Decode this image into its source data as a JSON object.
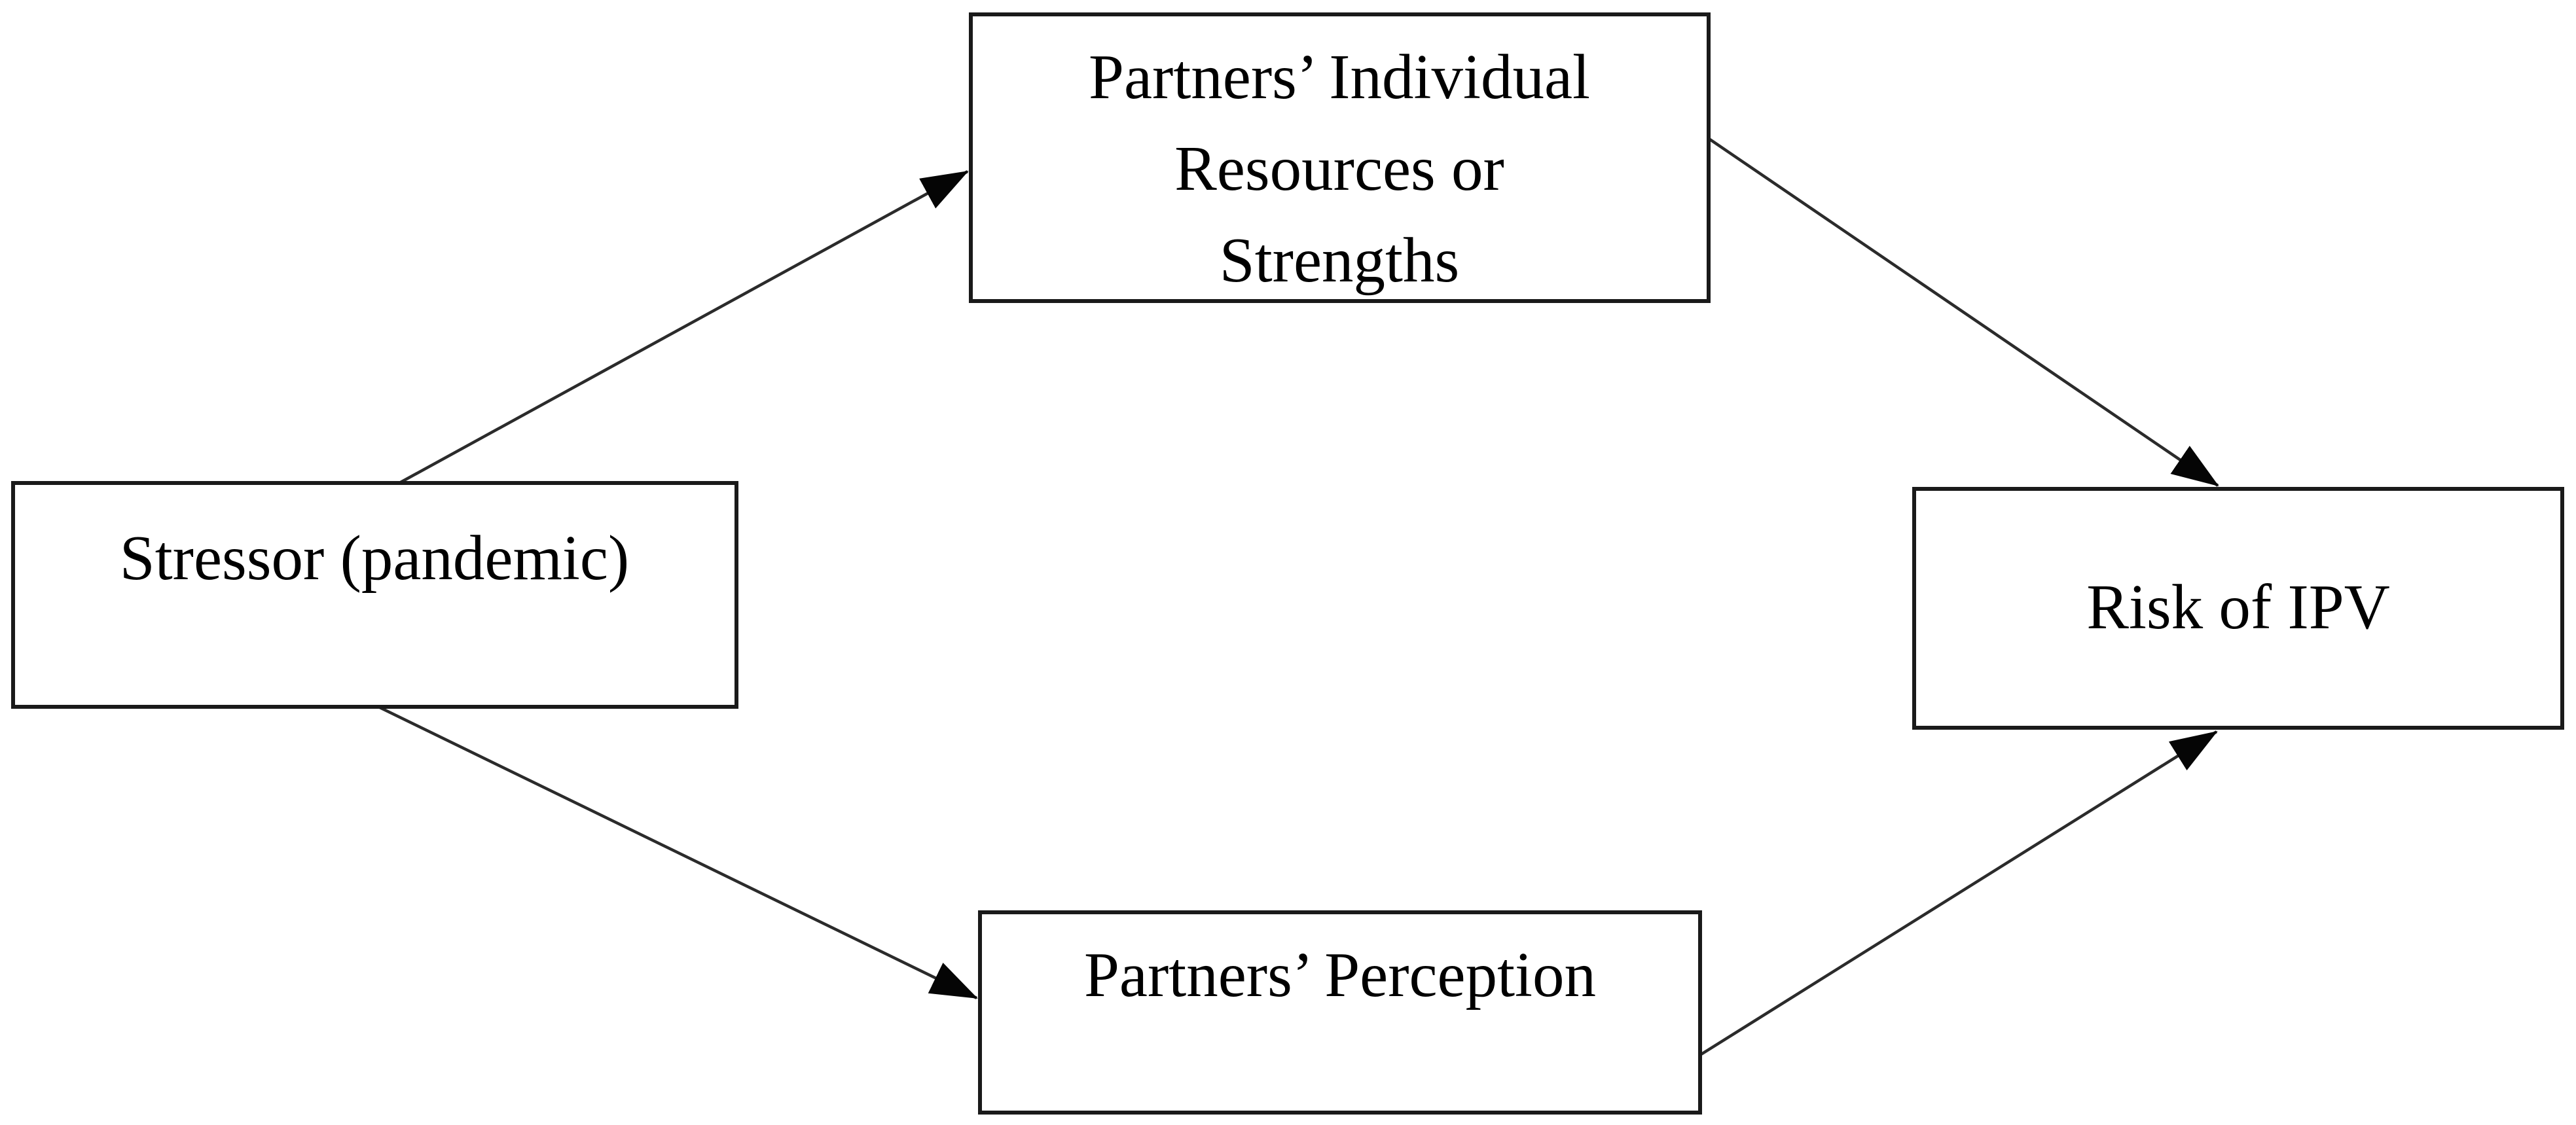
{
  "diagram": {
    "nodes": {
      "stressor": {
        "label": "Stressor (pandemic)"
      },
      "resources": {
        "lines": [
          "Partners’ Individual",
          "Resources or",
          "Strengths"
        ]
      },
      "perception": {
        "label": "Partners’ Perception"
      },
      "risk": {
        "label": "Risk of IPV"
      }
    },
    "edges": [
      {
        "from": "stressor",
        "to": "resources"
      },
      {
        "from": "stressor",
        "to": "perception"
      },
      {
        "from": "resources",
        "to": "risk"
      },
      {
        "from": "perception",
        "to": "risk"
      }
    ],
    "colors": {
      "background": "#ffffff",
      "box_border": "#1a1a1a",
      "line": "#2b2b2b",
      "arrowhead": "#050505",
      "text": "#000000"
    }
  }
}
